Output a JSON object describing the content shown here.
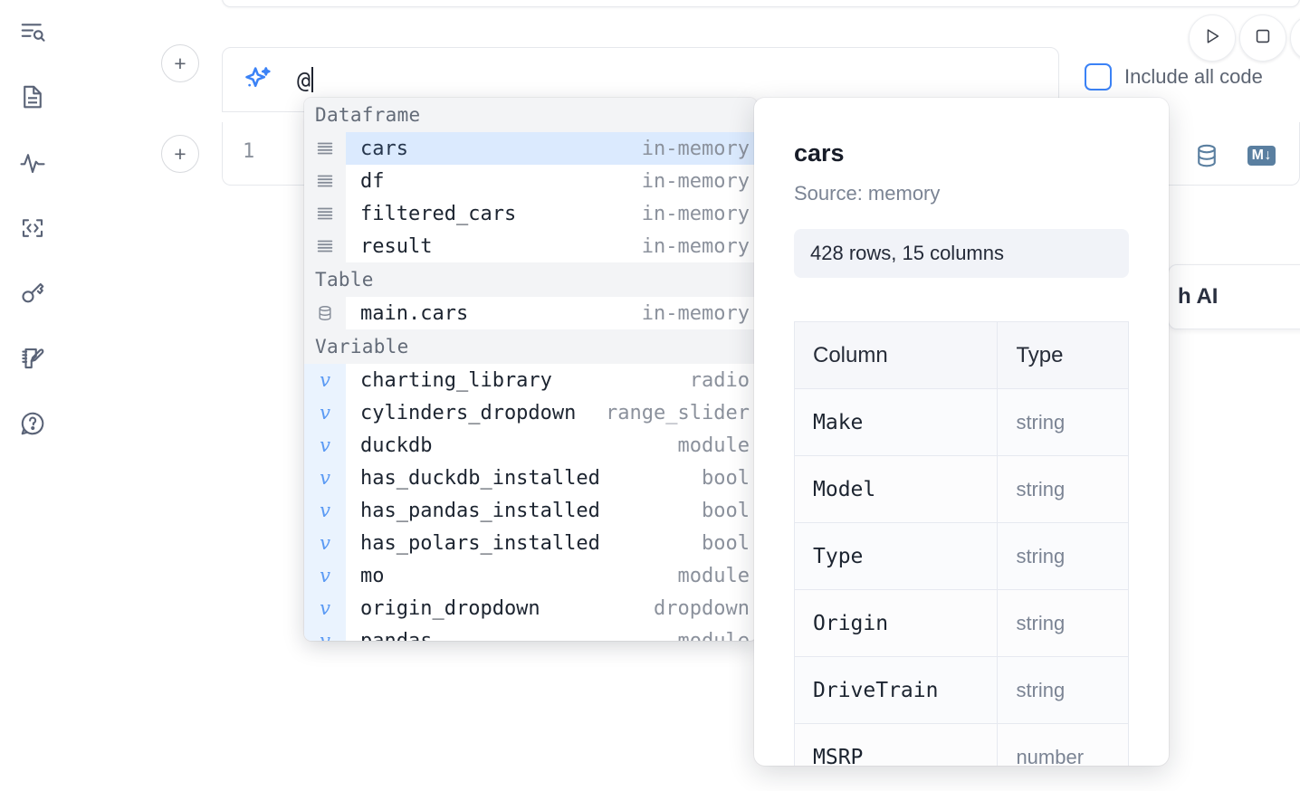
{
  "rail": {
    "items": [
      {
        "name": "file-explorer-icon",
        "label": "Explore files"
      },
      {
        "name": "document-icon",
        "label": "Notebook"
      },
      {
        "name": "activity-icon",
        "label": "Activity"
      },
      {
        "name": "code-brackets-icon",
        "label": "Snippets"
      },
      {
        "name": "key-icon",
        "label": "Secrets"
      },
      {
        "name": "scratchpad-icon",
        "label": "Scratchpad"
      },
      {
        "name": "help-chat-icon",
        "label": "Help"
      }
    ]
  },
  "toolbar": {
    "run_label": "Run",
    "stop_label": "Stop",
    "more_label": "More",
    "include_all_code_label": "Include all code",
    "include_all_code_checked": false
  },
  "prompt": {
    "value": "@",
    "sparkle_icon": "sparkle-icon"
  },
  "cell": {
    "line_number": "1",
    "database_icon": "database-icon",
    "markdown_icon": "markdown-icon",
    "markdown_label": "M"
  },
  "ai_card": {
    "label": "h AI"
  },
  "autocomplete": {
    "sections": [
      {
        "title": "Dataframe",
        "icon": "dataframe-icon",
        "kind": "df",
        "items": [
          {
            "name": "cars",
            "meta": "in-memory",
            "selected": true
          },
          {
            "name": "df",
            "meta": "in-memory",
            "selected": false
          },
          {
            "name": "filtered_cars",
            "meta": "in-memory",
            "selected": false
          },
          {
            "name": "result",
            "meta": "in-memory",
            "selected": false
          }
        ]
      },
      {
        "title": "Table",
        "icon": "table-icon",
        "kind": "tbl",
        "items": [
          {
            "name": "main.cars",
            "meta": "in-memory",
            "selected": false
          }
        ]
      },
      {
        "title": "Variable",
        "icon": "variable-icon",
        "kind": "var",
        "items": [
          {
            "name": "charting_library",
            "meta": "radio",
            "selected": false
          },
          {
            "name": "cylinders_dropdown",
            "meta": "range_slider",
            "selected": false
          },
          {
            "name": "duckdb",
            "meta": "module",
            "selected": false
          },
          {
            "name": "has_duckdb_installed",
            "meta": "bool",
            "selected": false
          },
          {
            "name": "has_pandas_installed",
            "meta": "bool",
            "selected": false
          },
          {
            "name": "has_polars_installed",
            "meta": "bool",
            "selected": false
          },
          {
            "name": "mo",
            "meta": "module",
            "selected": false
          },
          {
            "name": "origin_dropdown",
            "meta": "dropdown",
            "selected": false
          },
          {
            "name": "pandas",
            "meta": "module",
            "selected": false
          }
        ]
      }
    ]
  },
  "detail": {
    "title": "cars",
    "source": "Source: memory",
    "shape": "428 rows, 15 columns",
    "table": {
      "headers": [
        "Column",
        "Type"
      ],
      "rows": [
        {
          "column": "Make",
          "type": "string"
        },
        {
          "column": "Model",
          "type": "string"
        },
        {
          "column": "Type",
          "type": "string"
        },
        {
          "column": "Origin",
          "type": "string"
        },
        {
          "column": "DriveTrain",
          "type": "string"
        },
        {
          "column": "MSRP",
          "type": "number"
        }
      ]
    }
  },
  "colors": {
    "accent": "#3b82f6",
    "selected_row": "#dbeafe",
    "icon_rail": "#5a6377",
    "cell_tool": "#5a7fa0"
  }
}
